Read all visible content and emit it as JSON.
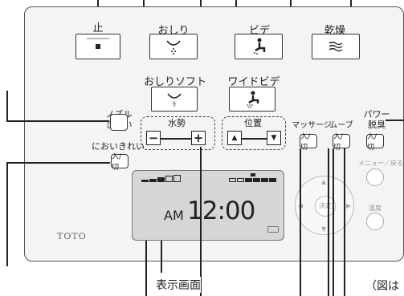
{
  "buttons": {
    "stop": "止",
    "oshiri": "おしり",
    "bidet": "ビデ",
    "dry": "乾燥",
    "oshiri_soft": "おしりソフト",
    "wide_bidet": "ワイドビデ"
  },
  "left_controls": {
    "nozzle_clean_l1": "ノズル",
    "nozzle_clean_l2": "きれい",
    "odor_clean": "においきれい",
    "odor_toggle": "入/切"
  },
  "pressure": {
    "label": "水勢",
    "minus": "−",
    "plus": "+"
  },
  "position": {
    "label": "位置",
    "up": "▲",
    "down": "▼"
  },
  "right_controls": {
    "massage": "マッサージ",
    "move": "ムーブ",
    "power_l1": "パワー",
    "power_l2": "脱臭",
    "massage_toggle": "入/切",
    "move_toggle": "入/切",
    "power_toggle": "入/切",
    "center_button": "決定",
    "menu_back": "メニュー／戻る",
    "temperature": "温度"
  },
  "display": {
    "ampm": "AM",
    "time": "12:00"
  },
  "brand": "TOTO",
  "callouts": {
    "display_caption": "表示画面",
    "note": "（図は"
  }
}
